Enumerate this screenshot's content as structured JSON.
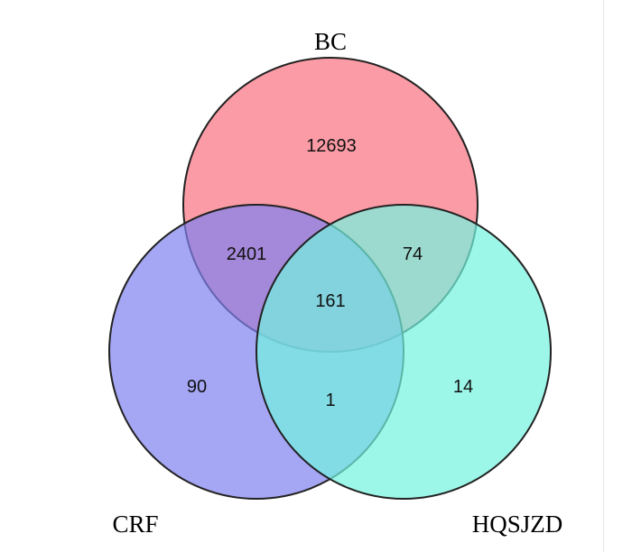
{
  "chart_data": {
    "type": "venn",
    "sets": [
      {
        "name": "BC",
        "color": "#f9707f",
        "fill_opacity": 0.7
      },
      {
        "name": "CRF",
        "color": "#7f80f0",
        "fill_opacity": 0.7
      },
      {
        "name": "HQSJZD",
        "color": "#74f3df",
        "fill_opacity": 0.7
      }
    ],
    "regions": [
      {
        "sets": [
          "BC"
        ],
        "value": "12693"
      },
      {
        "sets": [
          "CRF"
        ],
        "value": "90"
      },
      {
        "sets": [
          "HQSJZD"
        ],
        "value": "14"
      },
      {
        "sets": [
          "BC",
          "CRF"
        ],
        "value": "2401"
      },
      {
        "sets": [
          "BC",
          "HQSJZD"
        ],
        "value": "74"
      },
      {
        "sets": [
          "CRF",
          "HQSJZD"
        ],
        "value": "1"
      },
      {
        "sets": [
          "BC",
          "CRF",
          "HQSJZD"
        ],
        "value": "161"
      }
    ]
  }
}
